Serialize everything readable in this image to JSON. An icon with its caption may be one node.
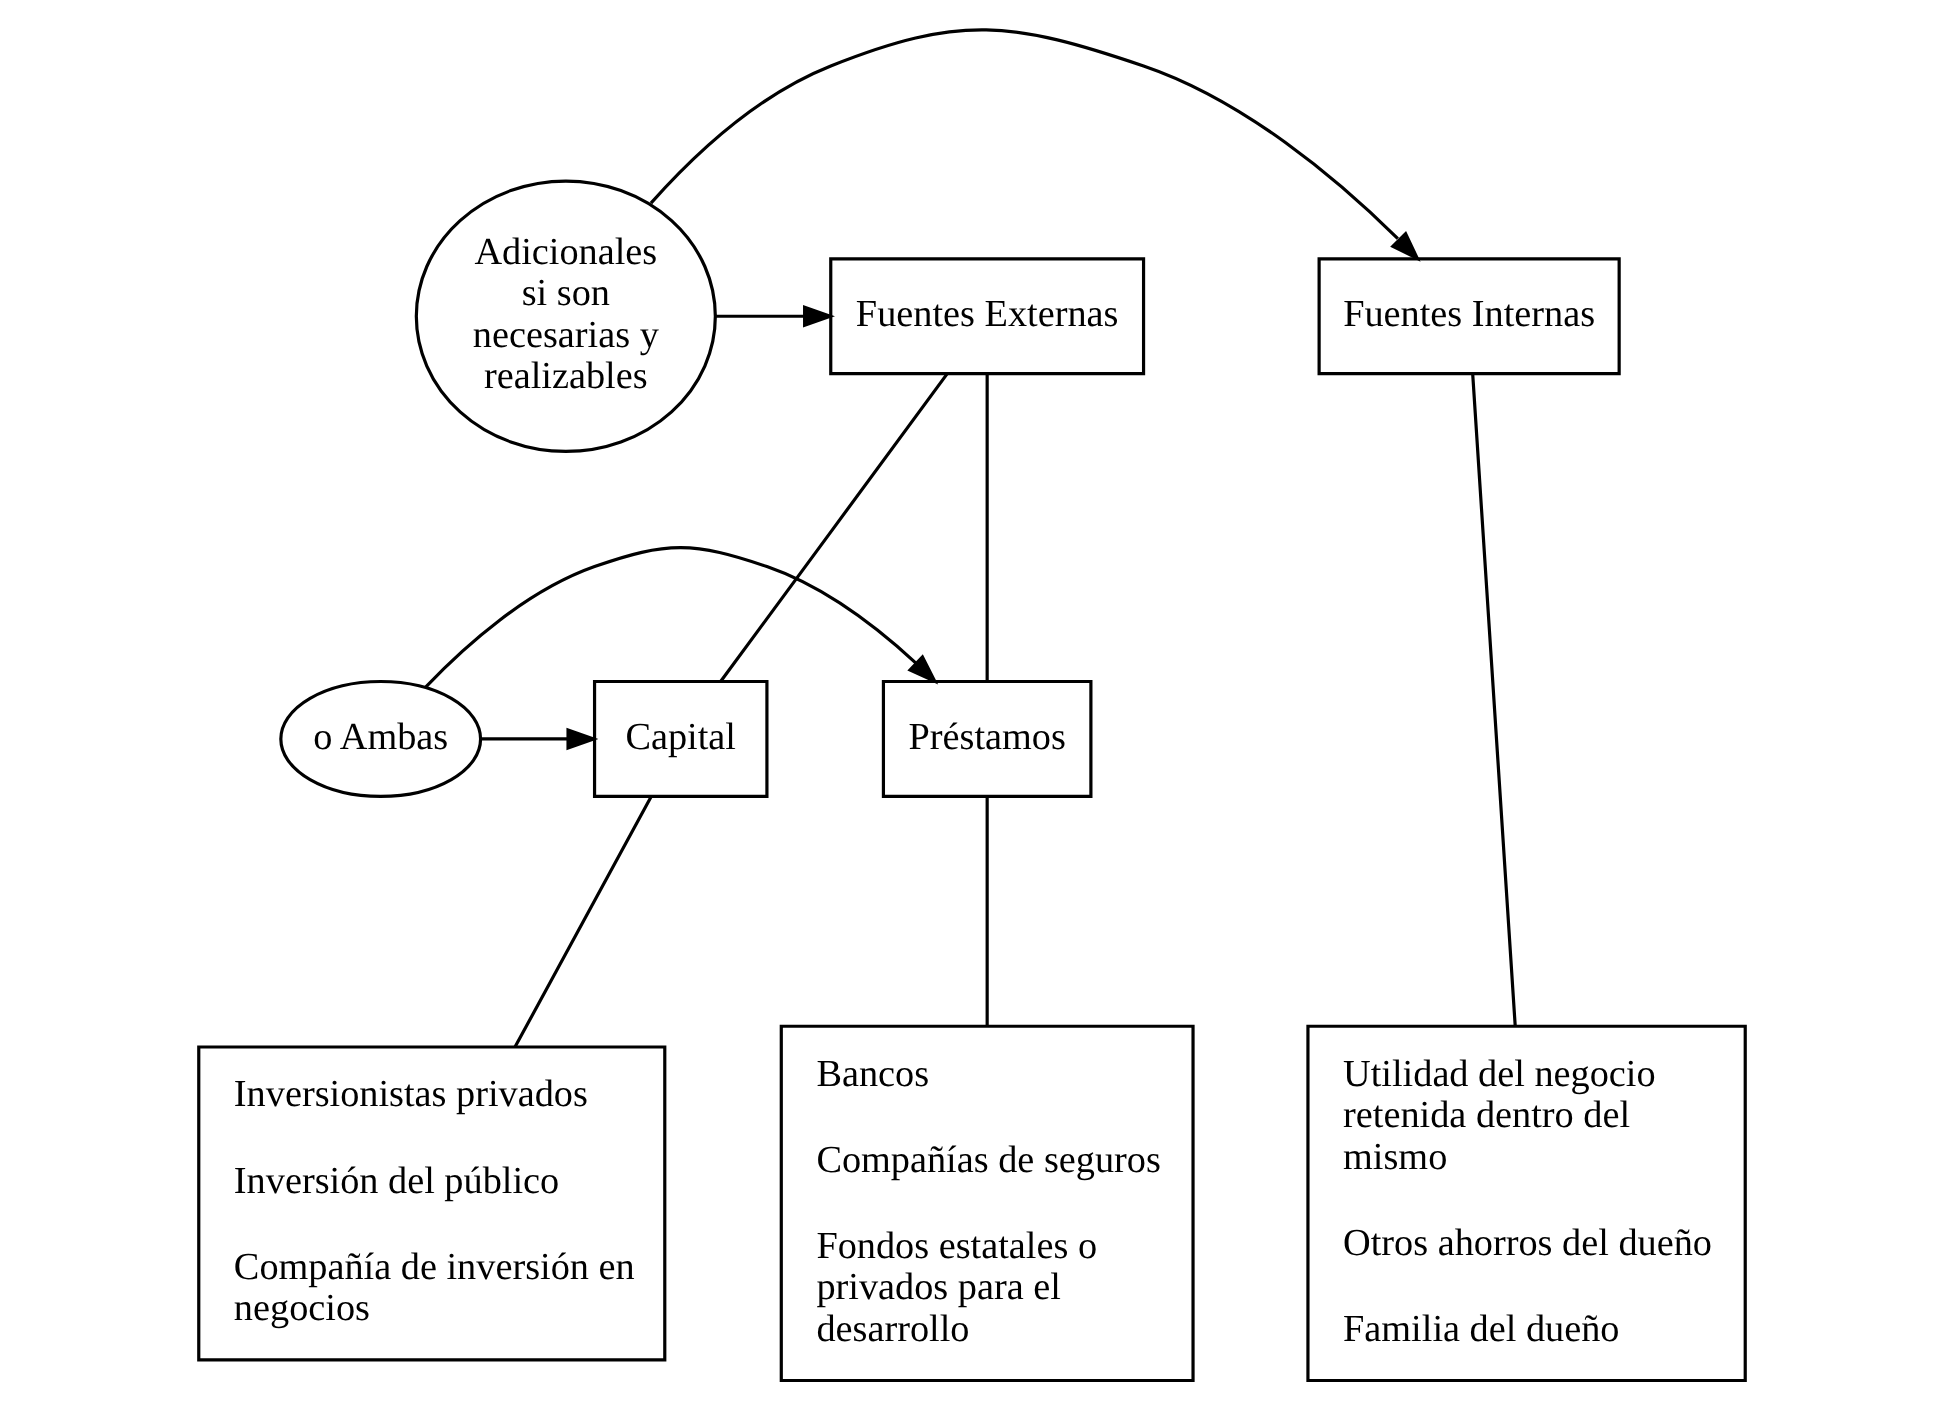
{
  "diagram": {
    "nodes": [
      {
        "text": [
          "Adicionales si son necesarias y realizables"
        ]
      },
      {
        "text": [
          "Fuentes Internas"
        ]
      },
      {
        "text": [
          "Fuentes Externas"
        ]
      },
      {
        "text": [
          "Capital"
        ]
      },
      {
        "text": [
          "o Ambas"
        ]
      },
      {
        "text": [
          "Préstamos"
        ]
      },
      {
        "text": [
          "Utilidad del negocio retenida dentro del mismo",
          "Otros ahorros del dueño",
          "Familia del dueño"
        ]
      },
      {
        "text": [
          "Inversionistas privados",
          "Inversión del público",
          "Compañía de inversión en negocios"
        ]
      },
      {
        "text": [
          "Bancos",
          "Compañías de seguros",
          "Fondos estatales o privados para el desarrollo"
        ]
      }
    ],
    "edges": [
      {
        "from": 0,
        "to": 1,
        "arrow": "to"
      },
      {
        "from": 0,
        "to": 2,
        "arrow": "to"
      },
      {
        "from": 2,
        "to": 3,
        "arrow": "none"
      },
      {
        "from": 2,
        "to": 5,
        "arrow": "none"
      },
      {
        "from": 4,
        "to": 3,
        "arrow": "to"
      },
      {
        "from": 4,
        "to": 5,
        "arrow": "to"
      },
      {
        "from": 1,
        "to": 6,
        "arrow": "none"
      },
      {
        "from": 3,
        "to": 7,
        "arrow": "none"
      },
      {
        "from": 5,
        "to": 8,
        "arrow": "none"
      }
    ]
  }
}
